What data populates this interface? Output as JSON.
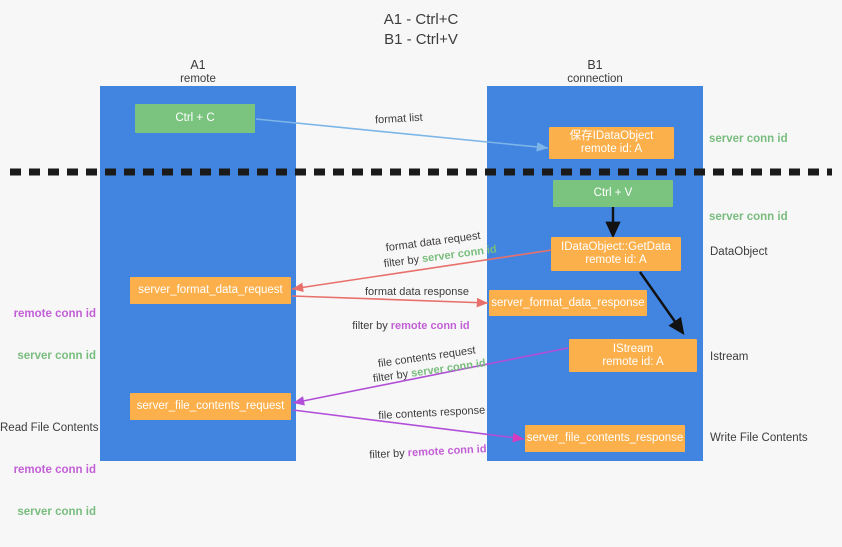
{
  "title": "A1 - Ctrl+C\nB1 - Ctrl+V",
  "lanes": [
    {
      "name": "A1",
      "sub": "remote"
    },
    {
      "name": "B1",
      "sub": "connection"
    }
  ],
  "boxes": {
    "ctrl_c": {
      "line1": "Ctrl + C",
      "line2": "",
      "color": "#7bc47f"
    },
    "ctrl_v": {
      "line1": "Ctrl + V",
      "line2": "",
      "color": "#7bc47f"
    },
    "idataobject": {
      "line1": "保存IDataObject",
      "line2": "remote id: A",
      "color": "#fbb04c"
    },
    "getdata": {
      "line1": "IDataObject::GetData",
      "line2": "remote id: A",
      "color": "#fbb04c"
    },
    "istream": {
      "line1": "IStream",
      "line2": "remote id: A",
      "color": "#fbb04c"
    },
    "fmt_data_request": {
      "line1": "server_format_data_request",
      "line2": "",
      "color": "#fbb04c"
    },
    "fmt_data_response": {
      "line1": "server_format_data_response",
      "line2": "",
      "color": "#fbb04c"
    },
    "file_req": {
      "line1": "server_file_contents_request",
      "line2": "",
      "color": "#fbb04c"
    },
    "file_resp": {
      "line1": "server_file_contents_response",
      "line2": "",
      "color": "#fbb04c"
    }
  },
  "edge_labels": {
    "format_list": "format list",
    "fmt_req_l1": "format data request",
    "fmt_req_l2_pre": "filter by ",
    "fmt_req_l2_key": "server conn id",
    "fmt_resp_l1": "format data response",
    "fmt_resp_l2_pre": "filter by ",
    "fmt_resp_l2_key": "remote conn id",
    "file_req_l1": "file contents request",
    "file_req_l2_pre": "filter by ",
    "file_req_l2_key": "server conn id",
    "file_resp_l1": "file contents response",
    "file_resp_l2_pre": "filter by ",
    "file_resp_l2_key": "remote conn id"
  },
  "right_annotations": {
    "server_conn_id_1": "server conn id",
    "server_conn_id_2": "server conn id",
    "dataobject": "DataObject",
    "istream": "Istream",
    "write_file_contents": "Write File Contents"
  },
  "left_annotations": {
    "remote_conn_id_1": "remote conn id",
    "server_conn_id_1": "server conn id",
    "read_file_contents": "Read File Contents",
    "remote_conn_id_2": "remote conn id",
    "server_conn_id_2": "server conn id"
  },
  "colors": {
    "lane": "#4285e0",
    "green_box": "#7bc47f",
    "orange_box": "#fbb04c",
    "green_text": "#79bd7e",
    "purple_text": "#c35fd6",
    "red_arrow": "#e8706a",
    "purple_arrow": "#b14fd8",
    "blue_arrow": "#7cb5e8",
    "black_arrow": "#1a1a1a",
    "background": "#f7f7f7"
  }
}
